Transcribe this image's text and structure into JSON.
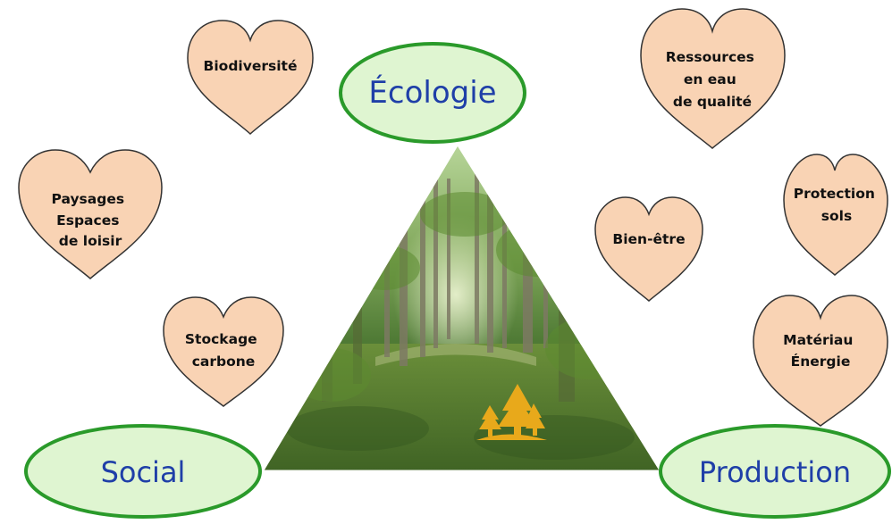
{
  "pillars": {
    "ecologie": "Écologie",
    "social": "Social",
    "production": "Production"
  },
  "hearts": {
    "biodiversite": [
      "Biodiversité"
    ],
    "ressources": [
      "Ressources",
      "en eau",
      "de qualité"
    ],
    "paysages": [
      "Paysages",
      "Espaces",
      "de loisir"
    ],
    "bien_etre": [
      "Bien-être"
    ],
    "protection": [
      "Protection",
      "sols"
    ],
    "stockage": [
      "Stockage",
      "carbone"
    ],
    "materiau": [
      "Matériau",
      "Énergie"
    ]
  },
  "colors": {
    "heart_fill": "#f9d3b4",
    "heart_stroke": "#333333",
    "ellipse_fill": "#dff5d1",
    "ellipse_stroke": "#2a9a2a",
    "label_blue": "#1f3fa8",
    "tree_icon": "#e8a91b"
  },
  "icons": {
    "center_icon": "tree-cluster-icon"
  }
}
